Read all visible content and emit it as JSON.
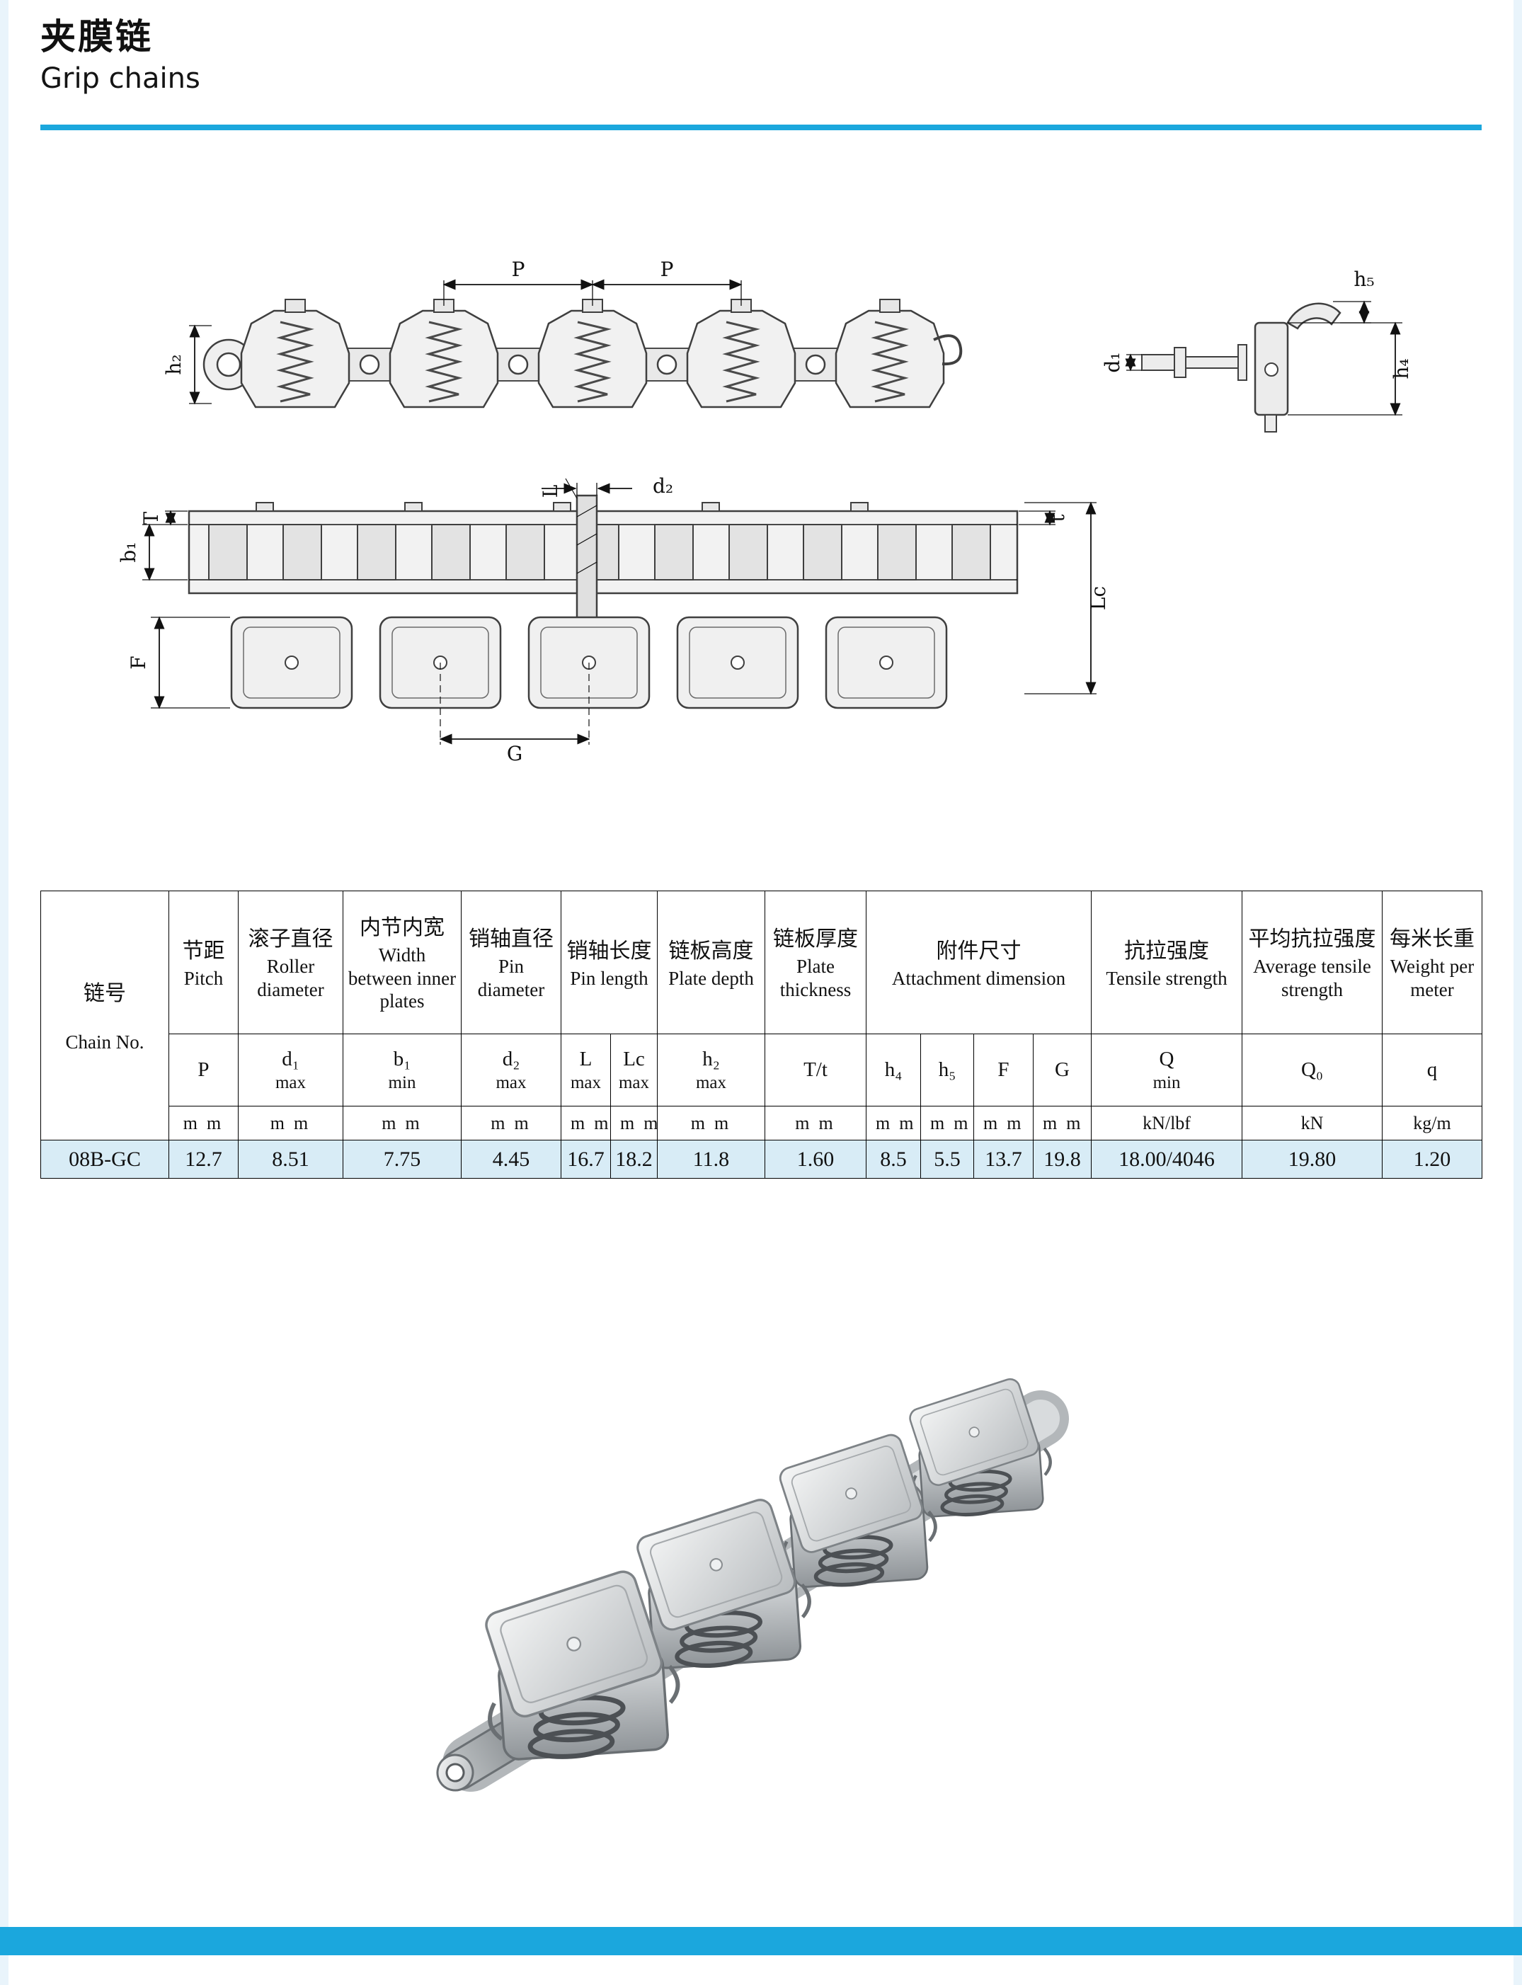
{
  "colors": {
    "accent": "#1ba7dd",
    "row-highlight": "#d8ecf6",
    "edge": "#e9f4fb"
  },
  "header": {
    "title_zh": "夹膜链",
    "title_en": "Grip chains"
  },
  "diagram": {
    "side_view": {
      "p1": "P",
      "p2": "P",
      "h2": "h₂"
    },
    "end_view": {
      "h5": "h₅",
      "h4": "h₄",
      "d1": "d₁"
    },
    "plan_view": {
      "T": "T",
      "b1": "b₁",
      "F": "F",
      "d2": "d₂",
      "L": "L",
      "t": "t",
      "Lc": "Lc",
      "G": "G"
    }
  },
  "table": {
    "chain_no": {
      "zh": "链号",
      "en": "Chain No."
    },
    "head": [
      {
        "zh": "节距",
        "en": "Pitch"
      },
      {
        "zh": "滚子直径",
        "en": "Roller diameter"
      },
      {
        "zh": "内节内宽",
        "en": "Width between inner plates"
      },
      {
        "zh": "销轴直径",
        "en": "Pin diameter"
      },
      {
        "zh": "销轴长度",
        "en": "Pin length"
      },
      {
        "zh": "链板高度",
        "en": "Plate depth"
      },
      {
        "zh": "链板厚度",
        "en": "Plate thickness"
      },
      {
        "zh": "附件尺寸",
        "en": "Attachment dimension"
      },
      {
        "zh": "抗拉强度",
        "en": "Tensile strength"
      },
      {
        "zh": "平均抗拉强度",
        "en": "Average tensile strength"
      },
      {
        "zh": "每米长重",
        "en": "Weight per meter"
      }
    ],
    "symbols": [
      {
        "a": "P"
      },
      {
        "a": "d₁",
        "b": "max"
      },
      {
        "a": "b₁",
        "b": "min"
      },
      {
        "a": "d₂",
        "b": "max"
      },
      {
        "a": "L",
        "b": "max"
      },
      {
        "a": "Lc",
        "b": "max"
      },
      {
        "a": "h₂",
        "b": "max"
      },
      {
        "a": "T/t"
      },
      {
        "a": "h₄"
      },
      {
        "a": "h₅"
      },
      {
        "a": "F"
      },
      {
        "a": "G"
      },
      {
        "a": "Q",
        "b": "min"
      },
      {
        "a": "Q₀"
      },
      {
        "a": "q"
      }
    ],
    "units": [
      "mm",
      "mm",
      "mm",
      "mm",
      "mm",
      "mm",
      "mm",
      "mm",
      "mm",
      "mm",
      "mm",
      "mm",
      "kN/lbf",
      "kN",
      "kg/m"
    ],
    "rows": [
      {
        "chain_no": "08B-GC",
        "values": [
          "12.7",
          "8.51",
          "7.75",
          "4.45",
          "16.7",
          "18.2",
          "11.8",
          "1.60",
          "8.5",
          "5.5",
          "13.7",
          "19.8",
          "18.00/4046",
          "19.80",
          "1.20"
        ]
      }
    ]
  }
}
